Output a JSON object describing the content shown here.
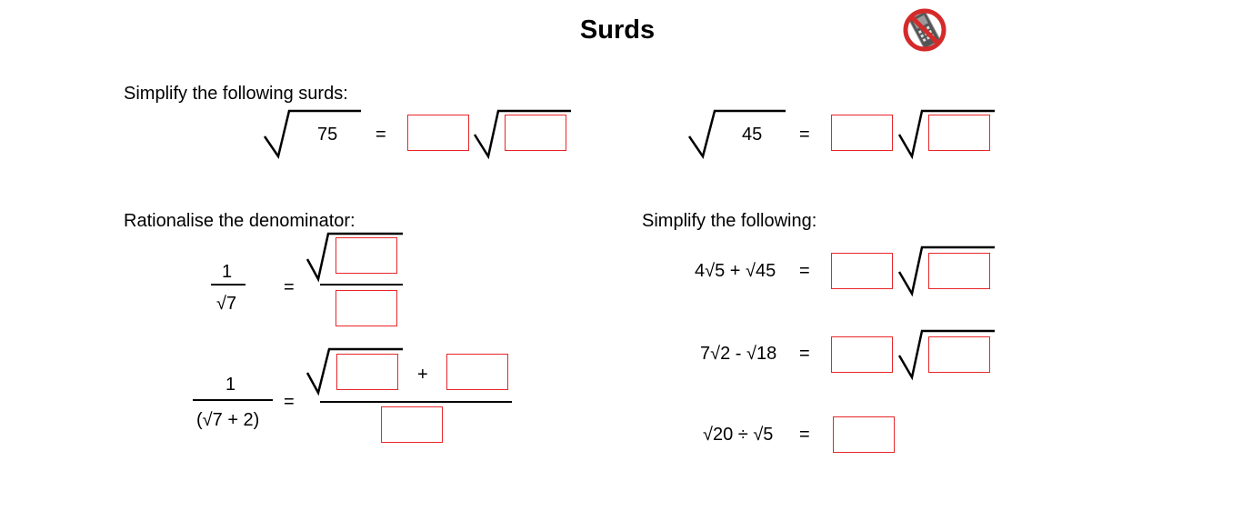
{
  "title": "Surds",
  "icons": {
    "no_calculator": "no-calculator-icon"
  },
  "section1": {
    "heading": "Simplify the following surds:",
    "q1": {
      "radicand": "75",
      "equals": "="
    },
    "q2": {
      "radicand": "45",
      "equals": "="
    }
  },
  "section2": {
    "heading": "Rationalise the denominator:",
    "q1": {
      "numerator": "1",
      "denominator": "√7",
      "equals": "="
    },
    "q2": {
      "numerator": "1",
      "denominator": "(√7 + 2)",
      "equals": "=",
      "plus": "+"
    }
  },
  "section3": {
    "heading": "Simplify the following:",
    "q1": {
      "expression": "4√5 + √45",
      "equals": "="
    },
    "q2": {
      "expression": "7√2 - √18",
      "equals": "="
    },
    "q3": {
      "expression": "√20 ÷ √5",
      "equals": "="
    }
  },
  "colors": {
    "answer_box_border": "#e8262a",
    "icon_red": "#d42a2a"
  }
}
